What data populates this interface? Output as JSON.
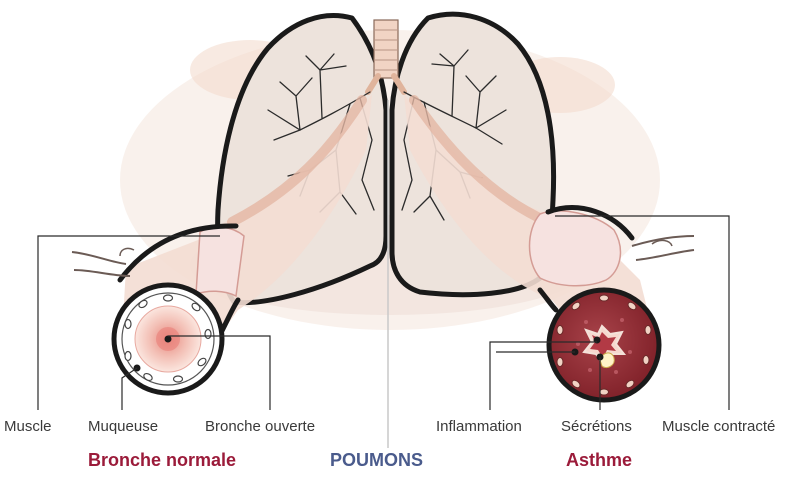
{
  "labels": {
    "muscle": "Muscle",
    "muqueuse": "Muqueuse",
    "bronche_ouverte": "Bronche ouverte",
    "inflammation": "Inflammation",
    "secretions": "Sécrétions",
    "muscle_contracte": "Muscle contracté"
  },
  "captions": {
    "normal": "Bronche normale",
    "center": "POUMONS",
    "asthma": "Asthme"
  },
  "colors": {
    "accent_red": "#9b1b3a",
    "accent_blue": "#4a5b8c",
    "outline": "#1a1a1a",
    "lung_fill": "#ede3dc",
    "tissue": "#f0c8bc",
    "inflamed": "#8e2a30"
  }
}
